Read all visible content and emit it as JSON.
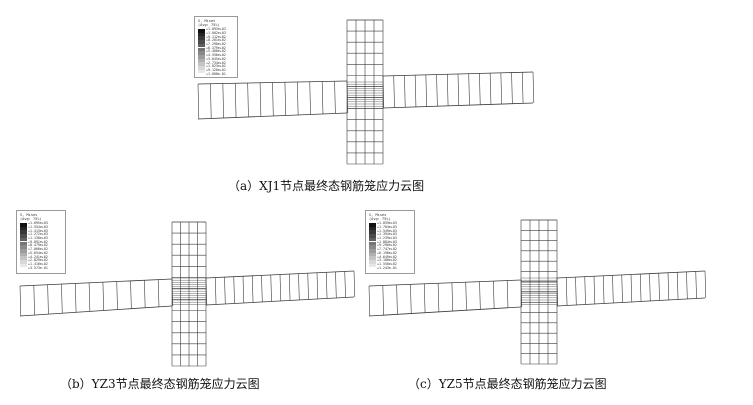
{
  "panels": [
    {
      "id": "a",
      "caption": "（a）XJ1节点最终态钢筋笼应力云图",
      "legend": {
        "title_line1": "S, Mises",
        "title_line2": "(Avg: 75%)",
        "values": [
          "+1.093e+03",
          "+1.002e+03",
          "+9.112e+02",
          "+8.201e+02",
          "+7.290e+02",
          "+6.379e+02",
          "+5.468e+02",
          "+4.556e+02",
          "+3.645e+02",
          "+2.734e+02",
          "+1.823e+02",
          "+9.120e+01",
          "+1.008e-01"
        ]
      }
    },
    {
      "id": "b",
      "caption": "（b）YZ3节点最终态钢筋笼应力云图",
      "legend": {
        "title_line1": "S, Mises",
        "title_line2": "(Avg: 75%)",
        "values": [
          "+1.695e+03",
          "+1.554e+03",
          "+1.413e+03",
          "+1.272e+03",
          "+1.130e+03",
          "+9.891e+02",
          "+8.479e+02",
          "+7.066e+02",
          "+5.654e+02",
          "+4.241e+02",
          "+2.829e+02",
          "+1.416e+02",
          "+3.573e-01"
        ]
      }
    },
    {
      "id": "c",
      "caption": "（c）YZ5节点最终态钢筋笼应力云图",
      "legend": {
        "title_line1": "S, Mises",
        "title_line2": "(Avg: 75%)",
        "values": [
          "+1.859e+03",
          "+1.704e+03",
          "+1.549e+03",
          "+1.394e+03",
          "+1.239e+03",
          "+1.084e+03",
          "+9.296e+02",
          "+7.747e+02",
          "+6.198e+02",
          "+4.649e+02",
          "+3.100e+02",
          "+1.550e+02",
          "+1.243e-01"
        ]
      }
    }
  ],
  "colors": {
    "stroke": "#3a3a3a",
    "legend_scale": [
      "#111111",
      "#242424",
      "#383838",
      "#4c4c4c",
      "#606060",
      "#747474",
      "#888888",
      "#9c9c9c",
      "#b0b0b0",
      "#c4c4c4",
      "#d8d8d8",
      "#e8e8e8"
    ]
  }
}
